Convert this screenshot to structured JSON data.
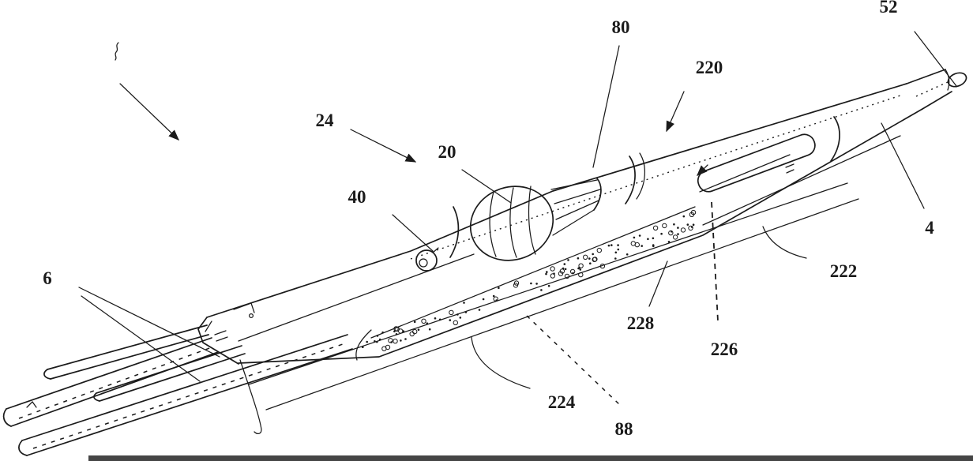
{
  "figure": {
    "kind": "patent-style line drawing",
    "subject": "elongated instrument assembly, perspective view",
    "background_color": "#ffffff",
    "line_color": "#1b1b1b",
    "label_color": "#1b1b1b"
  },
  "reference_labels": {
    "r80": "80",
    "r220": "220",
    "r52": "52",
    "r24": "24",
    "r20": "20",
    "r40": "40",
    "r6": "6",
    "r4": "4",
    "r222": "222",
    "r228": "228",
    "r226": "226",
    "r224": "224",
    "r88": "88"
  },
  "chrome": {
    "bottom_bar_color": "#454545"
  }
}
